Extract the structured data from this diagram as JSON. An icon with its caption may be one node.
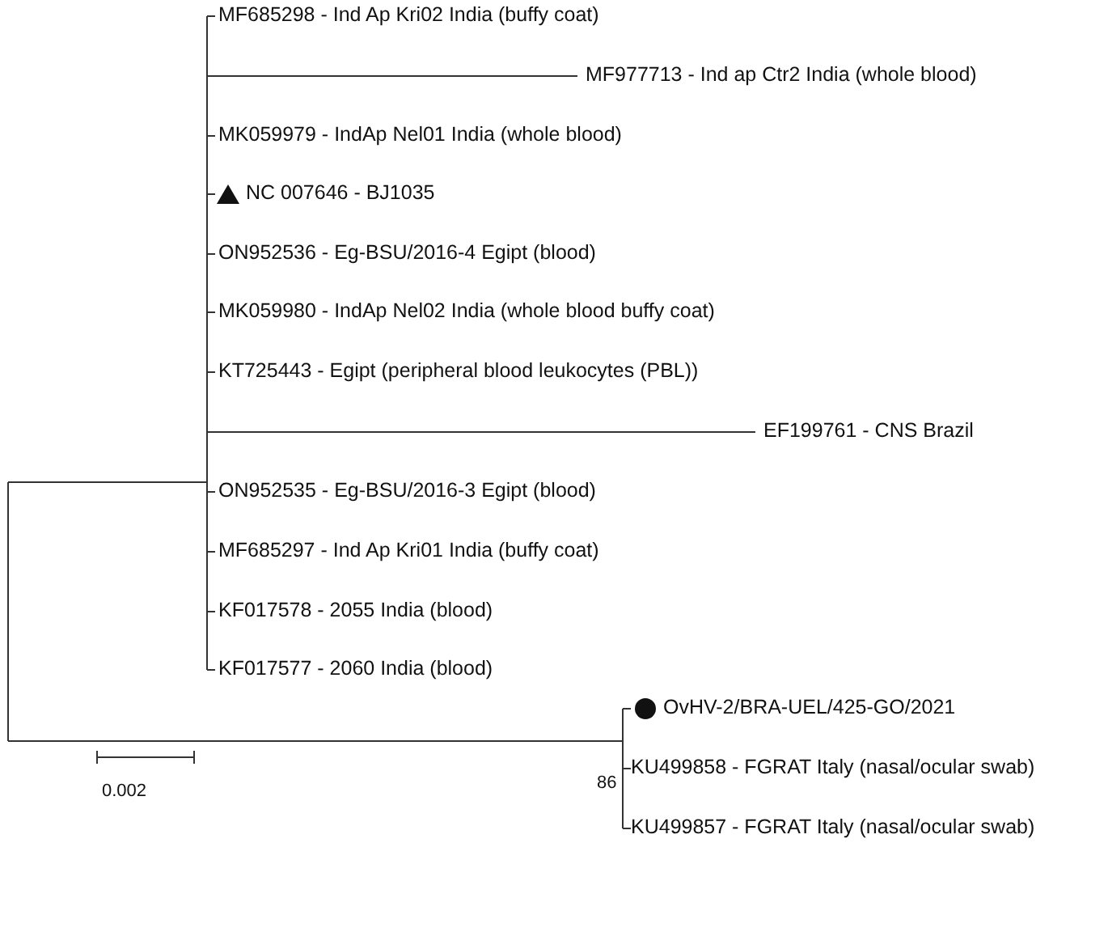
{
  "diagram": {
    "labels": [
      "MF685298 - Ind Ap Kri02 India (buffy coat)",
      "MF977713 - Ind ap Ctr2 India (whole blood)",
      "MK059979 - IndAp Nel01 India (whole blood)",
      "NC 007646 - BJ1035",
      "ON952536 - Eg-BSU/2016-4 Egipt (blood)",
      "MK059980 - IndAp Nel02 India (whole blood buffy coat)",
      "KT725443 - Egipt (peripheral blood leukocytes (PBL))",
      "EF199761 - CNS Brazil",
      "ON952535 - Eg-BSU/2016-3 Egipt (blood)",
      "MF685297 - Ind Ap Kri01 India (buffy coat)",
      "KF017578 - 2055 India (blood)",
      "KF017577 - 2060 India (blood)",
      "OvHV-2/BRA-UEL/425-GO/2021",
      "KU499858 - FGRAT Italy (nasal/ocular swab)",
      "KU499857 - FGRAT Italy (nasal/ocular swab)",
      "86",
      "0.002"
    ]
  }
}
